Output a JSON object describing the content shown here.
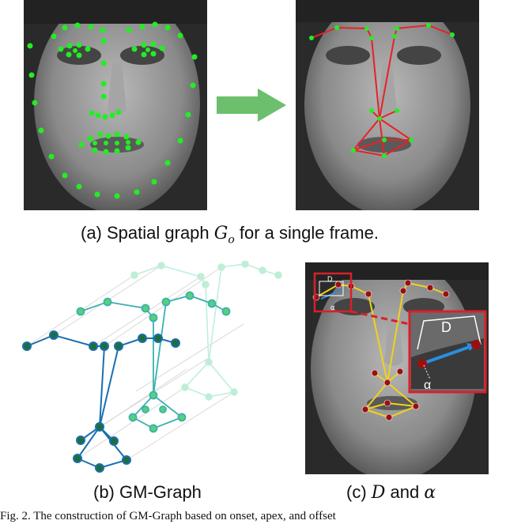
{
  "captions": {
    "a": {
      "prefix": "(a) Spatial graph ",
      "math": "G",
      "sub": "o",
      "suffix": " for a single frame."
    },
    "b": {
      "text": "(b) GM-Graph"
    },
    "c": {
      "prefix": "(c) ",
      "math1": "D",
      "mid": " and ",
      "math2": "α"
    }
  },
  "inset": {
    "d_label": "D",
    "alpha_label": "α"
  },
  "figure_caption": "Fig. 2.   The construction of GM-Graph based on onset, apex, and offset",
  "colors": {
    "landmark_green": "#22ee22",
    "edge_red": "#e8202a",
    "arrow_green": "#6cbf6c",
    "edge_yellow": "#f2d21a",
    "highlight_red": "#d8202a",
    "vector_blue": "#2a8fe0"
  }
}
